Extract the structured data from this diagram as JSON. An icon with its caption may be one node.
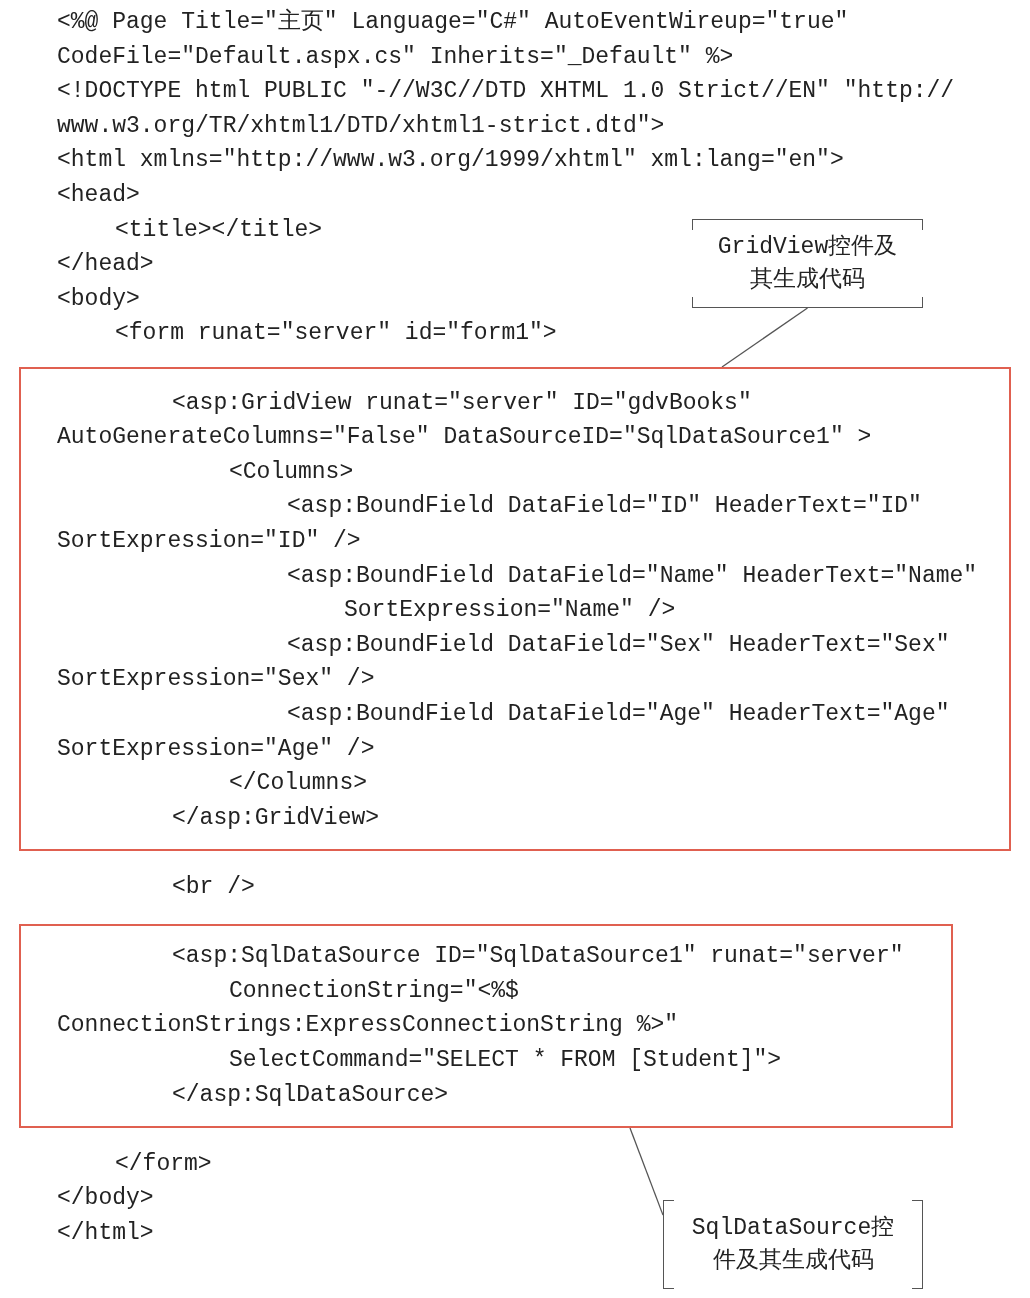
{
  "diagram": {
    "nodes": [
      {
        "text": [
          "<asp:GridView runat=\"server\" ID=\"gdvBooks\"",
          "AutoGenerateColumns=\"False\" DataSourceID=\"SqlDataSource1\" >",
          "<Columns>",
          "<asp:BoundField DataField=\"ID\" HeaderText=\"ID\"",
          "SortExpression=\"ID\" />",
          "<asp:BoundField DataField=\"Name\" HeaderText=\"Name\"",
          "SortExpression=\"Name\" />",
          "<asp:BoundField DataField=\"Sex\" HeaderText=\"Sex\"",
          "SortExpression=\"Sex\" />",
          "<asp:BoundField DataField=\"Age\" HeaderText=\"Age\"",
          "SortExpression=\"Age\" />",
          "</Columns>",
          "</asp:GridView>"
        ]
      },
      {
        "text": [
          "<asp:SqlDataSource ID=\"SqlDataSource1\" runat=\"server\"",
          "ConnectionString=\"<%$",
          "ConnectionStrings:ExpressConnectionString %>\"",
          "SelectCommand=\"SELECT * FROM [Student]\">",
          "</asp:SqlDataSource>"
        ]
      },
      {
        "text": [
          "GridView控件及其生成代码"
        ]
      },
      {
        "text": [
          "SqlDataSource控件及其生成代码"
        ]
      }
    ],
    "edges": [
      {
        "from": 2,
        "to": 0,
        "arrow": "none"
      },
      {
        "from": 3,
        "to": 1,
        "arrow": "none"
      }
    ],
    "labels": [
      "<%@ Page Title=\"主页\" Language=\"C#\" AutoEventWireup=\"true\"",
      "CodeFile=\"Default.aspx.cs\" Inherits=\"_Default\" %>",
      "<!DOCTYPE html PUBLIC \"-//W3C//DTD XHTML 1.0 Strict//EN\" \"http://",
      "www.w3.org/TR/xhtml1/DTD/xhtml1-strict.dtd\">",
      "<html xmlns=\"http://www.w3.org/1999/xhtml\" xml:lang=\"en\">",
      "<head>",
      "<title></title>",
      "</head>",
      "<body>",
      "<form runat=\"server\" id=\"form1\">",
      "<br />",
      "</form>",
      "</body>",
      "</html>"
    ]
  }
}
